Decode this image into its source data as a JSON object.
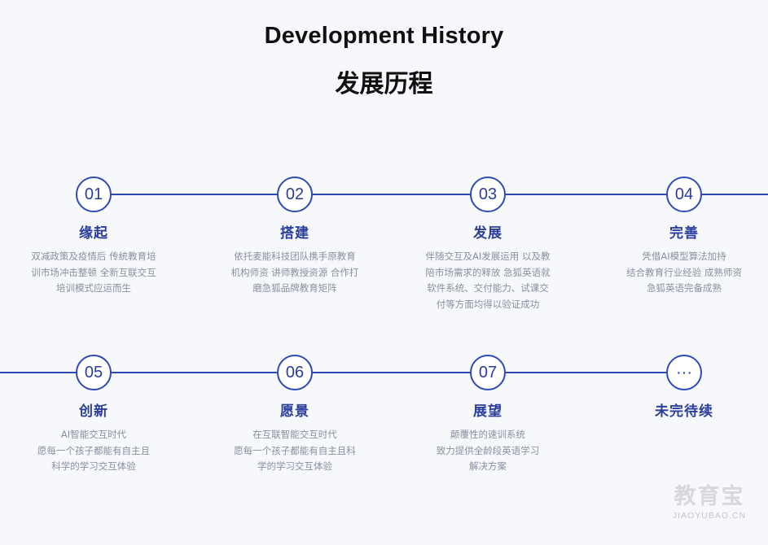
{
  "header": {
    "title_en": "Development History",
    "title_zh": "发展历程"
  },
  "steps": [
    {
      "number": "01",
      "title": "缘起",
      "desc": "双减政策及疫情后 传统教育培\n训市场冲击整顿 全新互联交互\n培训模式应运而生"
    },
    {
      "number": "02",
      "title": "搭建",
      "desc": "依托麦能科技团队携手原教育\n机构师资 讲师教授资源 合作打\n磨急狐品牌教育矩阵"
    },
    {
      "number": "03",
      "title": "发展",
      "desc": "伴随交互及AI发展运用 以及教\n陪市场需求的释放 急狐英语就\n软件系统、交付能力、试课交\n付等方面均得以验证成功"
    },
    {
      "number": "04",
      "title": "完善",
      "desc": "凭借AI模型算法加持\n结合教育行业经验 成熟师资\n急狐英语完备成熟"
    },
    {
      "number": "05",
      "title": "创新",
      "desc": "AI智能交互时代\n愿每一个孩子都能有自主且\n科学的学习交互体验"
    },
    {
      "number": "06",
      "title": "愿景",
      "desc": "在互联智能交互时代\n愿每一个孩子都能有自主且科\n学的学习交互体验"
    },
    {
      "number": "07",
      "title": "展望",
      "desc": "颠覆性的速训系统\n致力提供全龄段英语学习\n解决方案"
    },
    {
      "number": "···",
      "title": "未完待续",
      "desc": ""
    }
  ],
  "watermark": {
    "name": "教育宝",
    "domain": "JIAOYUBAO.CN"
  },
  "colors": {
    "accent": "#3049b8",
    "text_dark": "#111111",
    "text_muted": "#8a8f9c",
    "background": "#f7f8fc"
  }
}
